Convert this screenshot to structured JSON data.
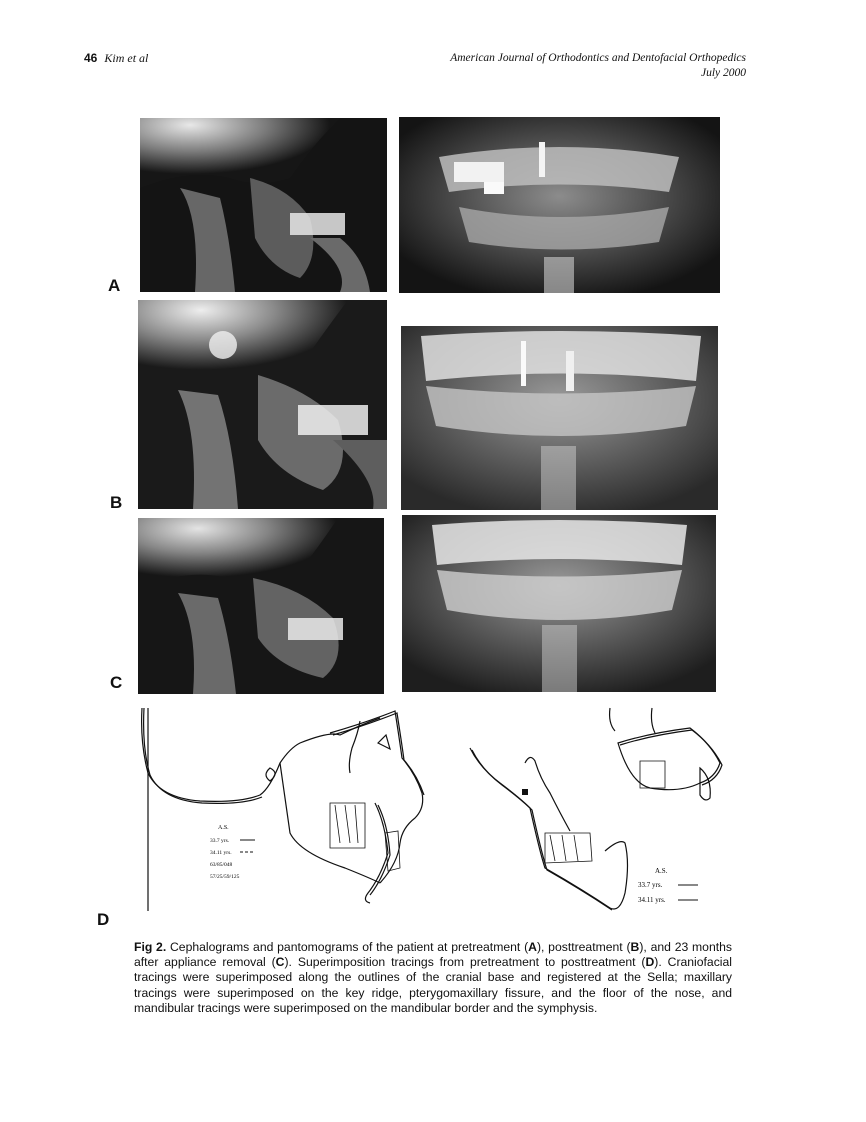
{
  "header": {
    "page_number": "46",
    "authors": "Kim et al",
    "journal": "American Journal of Orthodontics and Dentofacial Orthopedics",
    "issue": "July 2000"
  },
  "panels": {
    "a": "A",
    "b": "B",
    "c": "C",
    "d": "D"
  },
  "tracing_left": {
    "legend_title": "A.S.",
    "age1": "33.7 yrs.",
    "age2": "34.11 yrs.",
    "id1": "63/85/048",
    "id2": "57/25/59/125"
  },
  "tracing_right": {
    "legend_title": "A.S.",
    "age1": "33.7 yrs.",
    "age2": "34.11 yrs."
  },
  "caption": {
    "fig": "Fig 2.",
    "t1": " Cephalograms and pantomograms of the patient at pretreatment (",
    "A": "A",
    "t2": "), posttreatment (",
    "B": "B",
    "t3": "), and 23 months after appliance removal (",
    "C": "C",
    "t4": "). Superimposition tracings from pretreatment to posttreatment (",
    "D": "D",
    "t5": "). Craniofacial tracings were superimposed along the outlines of the cranial base and registered at the Sella; maxillary tracings were superimposed on the key ridge, pterygomaxillary fissure, and the floor of the nose, and mandibular tracings were superimposed on the mandibular border and the symphysis."
  }
}
